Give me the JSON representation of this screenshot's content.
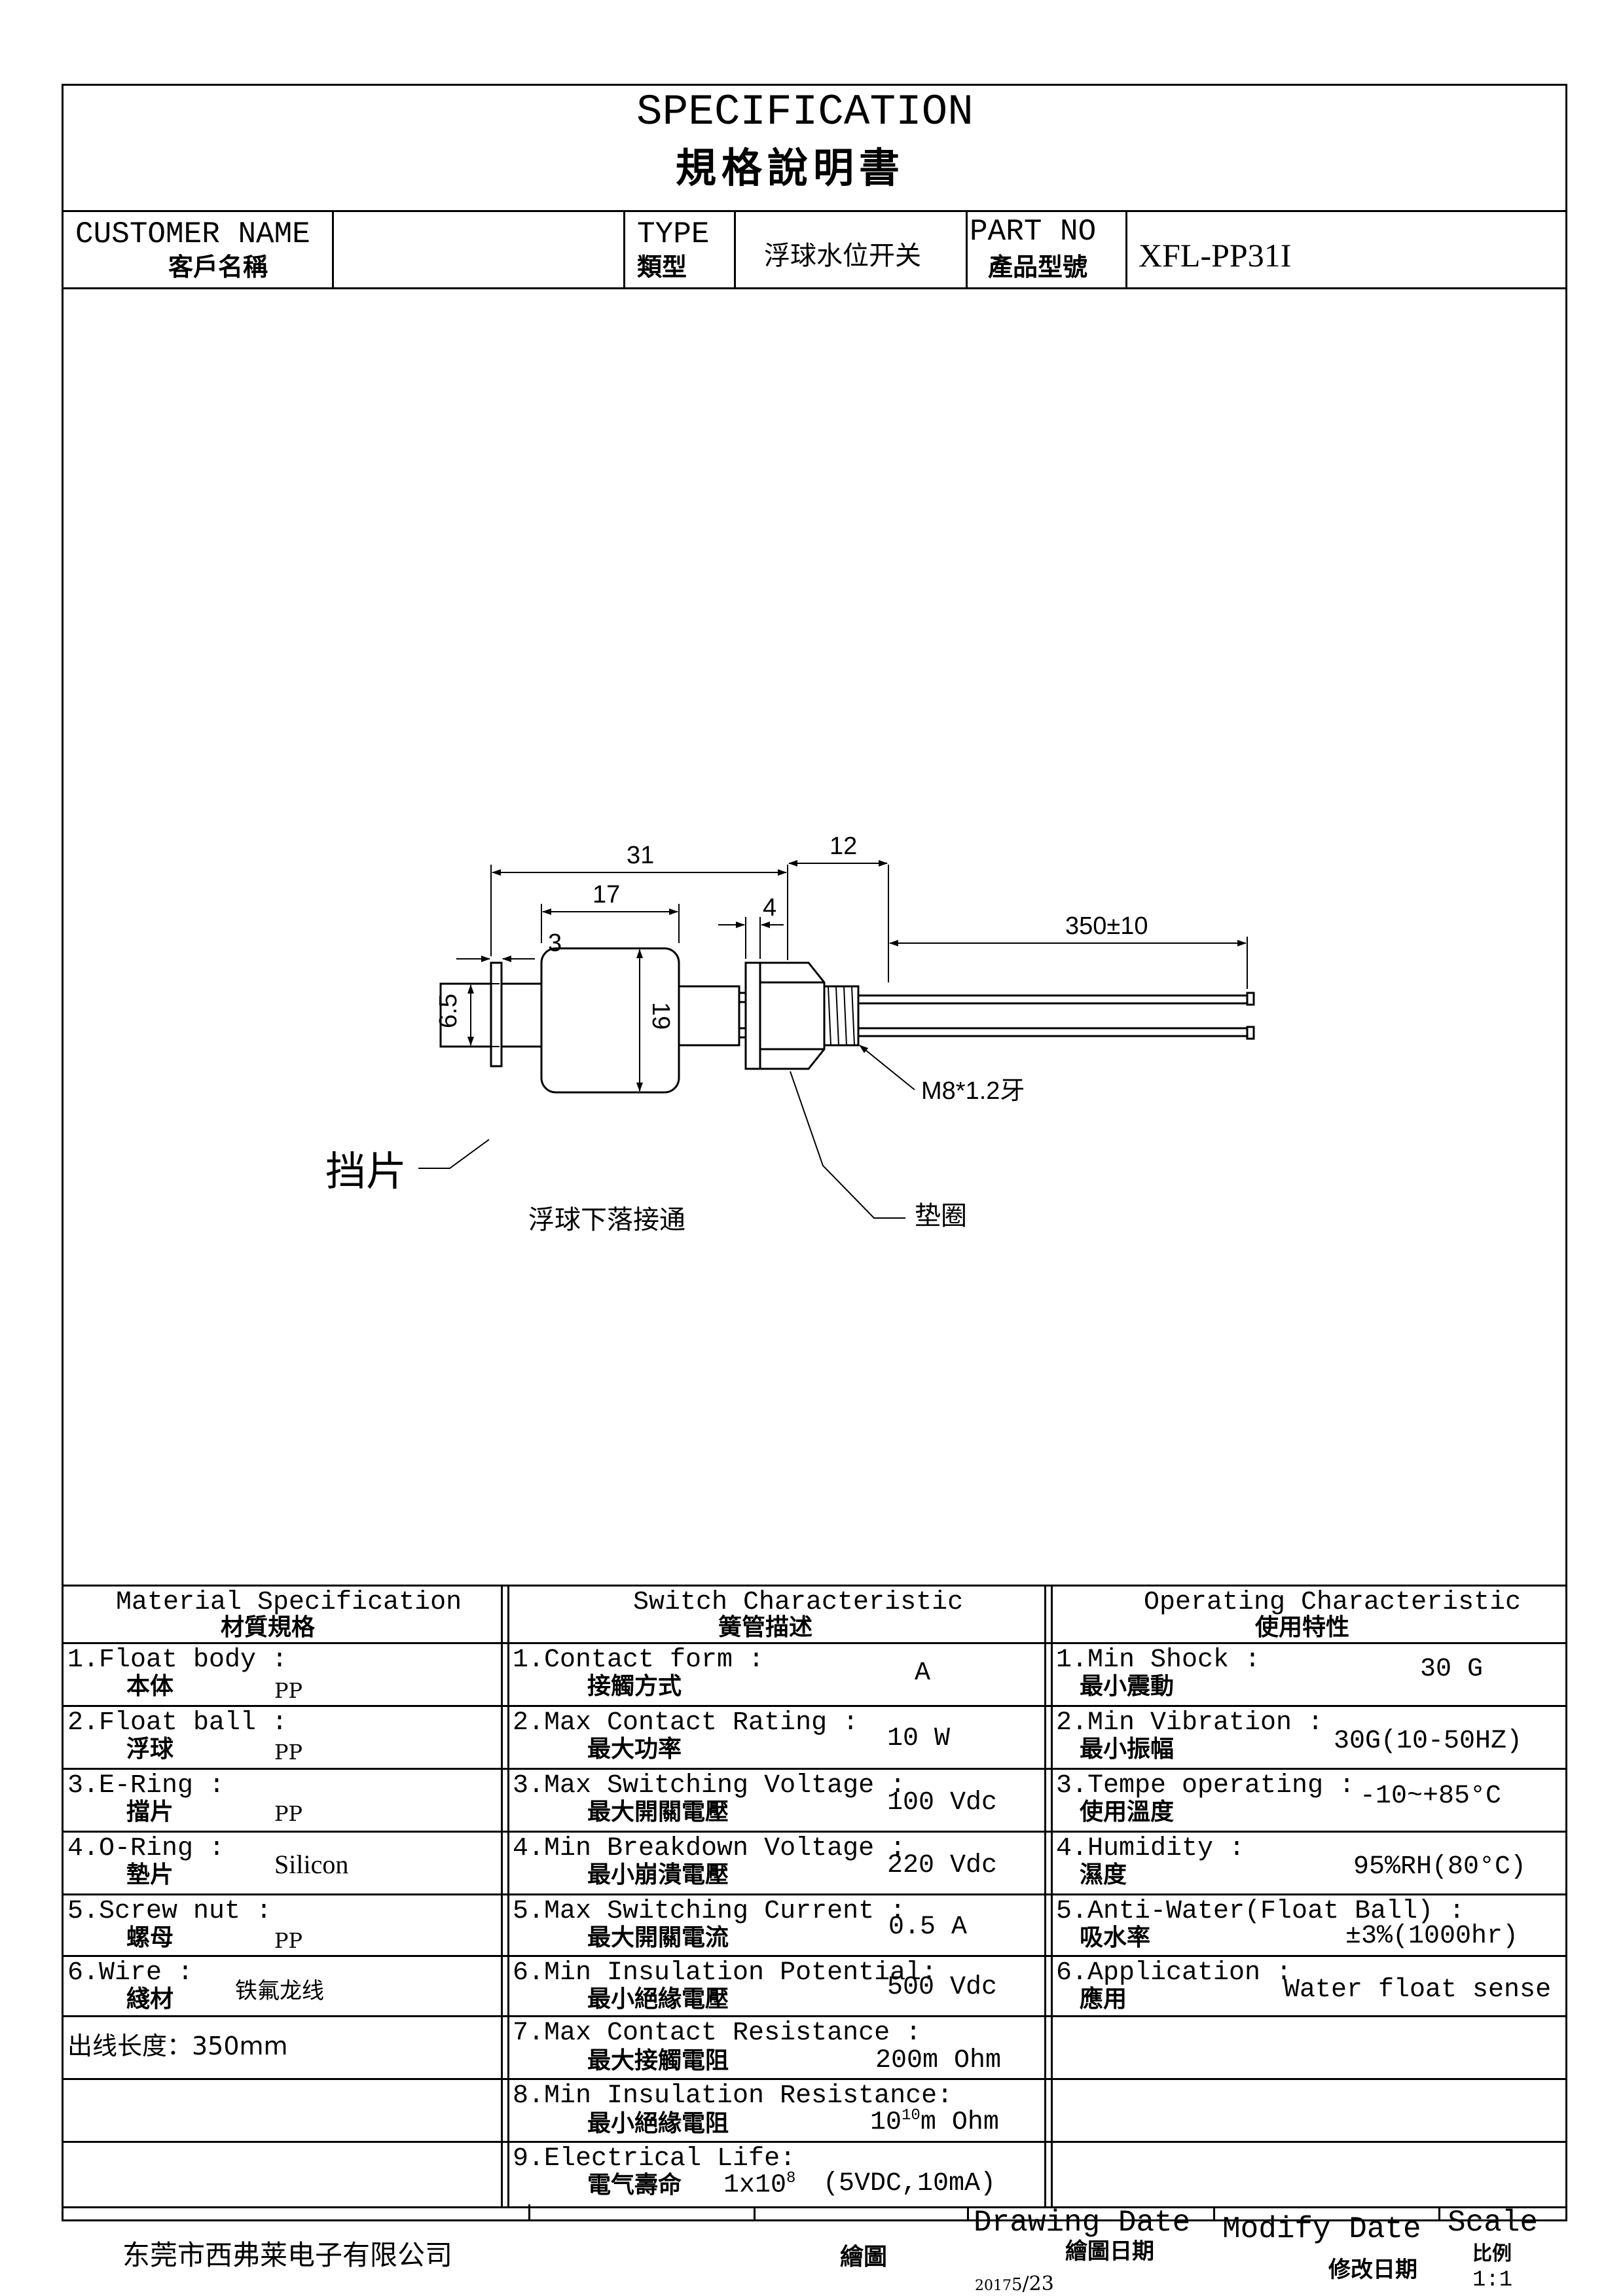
{
  "header": {
    "title_en": "SPECIFICATION",
    "title_cn": "規格說明書",
    "customer_label_en": "CUSTOMER NAME",
    "customer_label_cn": "客戶名稱",
    "customer_value": "",
    "type_label_en": "TYPE",
    "type_label_cn": "類型",
    "type_value": "浮球水位开关",
    "part_label_en": "PART NO",
    "part_label_cn": "產品型號",
    "part_value": "XFL-PP31I"
  },
  "drawing": {
    "dim_31": "31",
    "dim_12": "12",
    "dim_17": "17",
    "dim_4": "4",
    "dim_3": "3",
    "dim_350": "350±10",
    "dim_65": "6.5",
    "dim_19": "19",
    "label_thread": "M8*1.2牙",
    "label_stopper": "挡片",
    "label_float_note": "浮球下落接通",
    "label_washer": "垫圈"
  },
  "material": {
    "title_en": "Material  Specification",
    "title_cn": "材質規格",
    "rows": [
      {
        "en": "1.Float body :",
        "cn": "本体",
        "val": "PP"
      },
      {
        "en": "2.Float ball :",
        "cn": "浮球",
        "val": "PP"
      },
      {
        "en": "3.E-Ring :",
        "cn": "擋片",
        "val": "PP"
      },
      {
        "en": "4.O-Ring :",
        "cn": "墊片",
        "val": "Silicon"
      },
      {
        "en": "5.Screw nut :",
        "cn": "螺母",
        "val": "PP"
      },
      {
        "en": "6.Wire :",
        "cn": "綫材",
        "val": "铁氟龙线"
      },
      {
        "en": "出线长度：350mm"
      }
    ]
  },
  "switch": {
    "title_en": "Switch Characteristic",
    "title_cn": "簧管描述",
    "rows": [
      {
        "en": "1.Contact form :",
        "cn": "接觸方式",
        "val": "A"
      },
      {
        "en": "2.Max Contact Rating :",
        "cn": "最大功率",
        "val": "10 W"
      },
      {
        "en": "3.Max Switching Voltage :",
        "cn": "最大開關電壓",
        "val": "100 Vdc"
      },
      {
        "en": "4.Min Breakdown Voltage :",
        "cn": "最小崩潰電壓",
        "val": "220 Vdc"
      },
      {
        "en": "5.Max Switching Current :",
        "cn": "最大開關電流",
        "val": "0.5 A"
      },
      {
        "en": "6.Min Insulation Potential:",
        "cn": "最小絕緣電壓",
        "val": "500 Vdc"
      },
      {
        "en": "7.Max Contact Resistance :",
        "cn": "最大接觸電阻",
        "val": "200m Ohm"
      },
      {
        "en": "8.Min Insulation Resistance:",
        "cn": "最小絕緣電阻",
        "val_base": "10",
        "val_exp": "10",
        "val_unit": "m Ohm"
      },
      {
        "en": "9.Electrical Life:",
        "cn": "電气壽命",
        "val_base": "1x10",
        "val_exp": "8",
        "val_note": "(5VDC,10mA)"
      }
    ]
  },
  "operating": {
    "title_en": "Operating Characteristic",
    "title_cn": "使用特性",
    "rows": [
      {
        "en": "1.Min Shock :",
        "cn": "最小震動",
        "val": "30 G"
      },
      {
        "en": "2.Min Vibration :",
        "cn": "最小振幅",
        "val": "30G(10-50HZ)"
      },
      {
        "en": "3.Tempe operating :",
        "cn": "使用溫度",
        "val": "-10~+85°C"
      },
      {
        "en": "4.Humidity :",
        "cn": "濕度",
        "val": "95%RH(80°C)"
      },
      {
        "en": "5.Anti-Water(Float Ball) :",
        "cn": "吸水率",
        "val": "±3%(1000hr)"
      },
      {
        "en": "6.Application :",
        "cn": "應用",
        "val": "Water float sense"
      }
    ]
  },
  "footer": {
    "company": "东莞市西弗莱电子有限公司",
    "draw_label": "繪圖",
    "drawing_date_en": "Drawing Date",
    "drawing_date_cn": "繪圖日期",
    "drawing_date_year": "2017",
    "drawing_date_month": "5",
    "drawing_date_day": "/23",
    "modify_date_en": "Modify Date",
    "modify_date_cn": "修改日期",
    "scale_en": "Scale",
    "scale_cn": "比例",
    "scale_value": "1:1"
  }
}
